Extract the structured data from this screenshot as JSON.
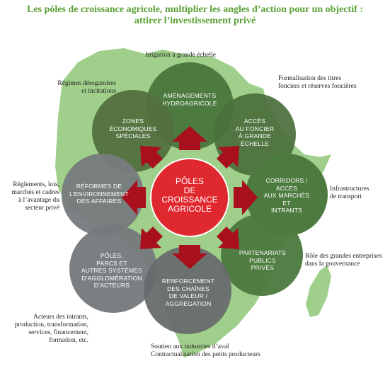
{
  "title": {
    "line1": "Les pôles de croissance agricole, multiplier les angles d’action pour un objectif :",
    "line2": "attirer l’investissement privé"
  },
  "center": {
    "lines": [
      "PÔLES",
      "DE",
      "CROISSANCE",
      "AGRICOLE"
    ]
  },
  "pillars": {
    "amenagements": [
      "AMÉNAGEMENTS",
      "HYDROAGRICOLE"
    ],
    "acces_foncier": [
      "ACCÈS",
      "AU FONCIER",
      "À GRANDE",
      "ÉCHELLE"
    ],
    "corridors": [
      "CORRIDORS /",
      "ACCÈS",
      "AUX MARCHÉS",
      "ET",
      "INTRANTS"
    ],
    "partenariats": [
      "PARTENARIATS",
      "PUBLICS",
      "PRIVÉS"
    ],
    "chaines": [
      "RENFORCEMENT",
      "DES CHAÎNES",
      "DE VALEUR /",
      "AGGRÉGATION"
    ],
    "poles_parcs": [
      "PÔLES,",
      "PARCS ET",
      "AUTRES SYSTÈMES",
      "D’AGGLOMÉRATION",
      "D’ACTEURS"
    ],
    "reformes": [
      "RÉFORMES DE",
      "L’ENVIRONNEMENT",
      "DES AFFAIRES"
    ],
    "zones": [
      "ZONES",
      "ÉCONOMIQUES",
      "SPÉCIALES"
    ]
  },
  "notes": {
    "irrigation": [
      "Irrigation à grande échelle"
    ],
    "formalisation": [
      "Formalisation des titres",
      "fonciers et réserves foncières"
    ],
    "infrastructures": [
      "Infrastructures",
      "de transport"
    ],
    "role": [
      "Rôle des grandes entreprises",
      "dans la gouvernance"
    ],
    "soutien": [
      "Soutien aux industries d’aval",
      "Contractualisation des petits producteurs"
    ],
    "acteurs": [
      "Acteurs des intrants,",
      "production, transformation,",
      "services, financement,",
      "formation, etc."
    ],
    "reglements": [
      "Règlements, lois,",
      "marchés et cadres",
      "à l’avantage du",
      "secteur privé"
    ],
    "regimes": [
      "Régimes dérogatoires",
      "et incitations"
    ]
  },
  "colors": {
    "title": "#5aa136",
    "africa": "#9fcf8a",
    "green_circle": "#4d7a3e",
    "grey_circle": "#777a7d",
    "center": "#e0282f",
    "arrow": "#a8101d"
  }
}
